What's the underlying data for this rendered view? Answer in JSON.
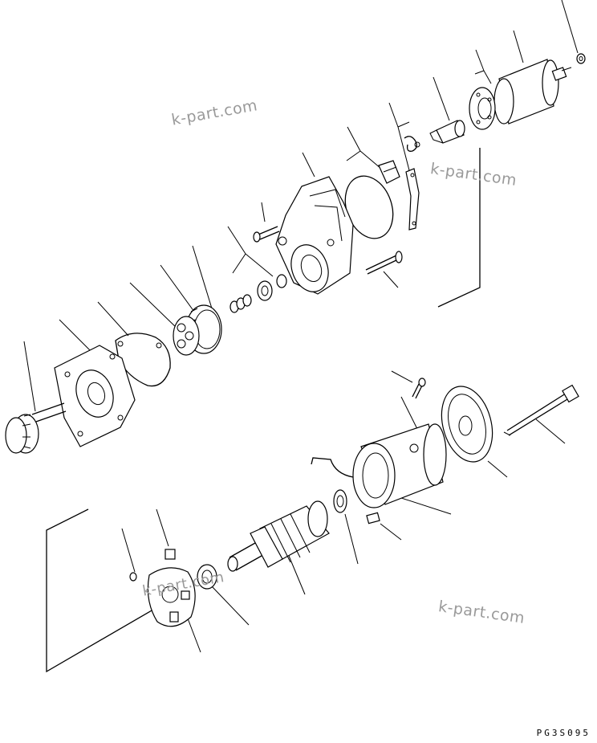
{
  "watermarks": [
    "k-part.com",
    "k-part.com",
    "k-part.com",
    "k-part.com"
  ],
  "drawing_code": "PG3S095",
  "colors": {
    "ink": "#000000",
    "watermark": "#9a9a9a",
    "background": "#ffffff"
  }
}
